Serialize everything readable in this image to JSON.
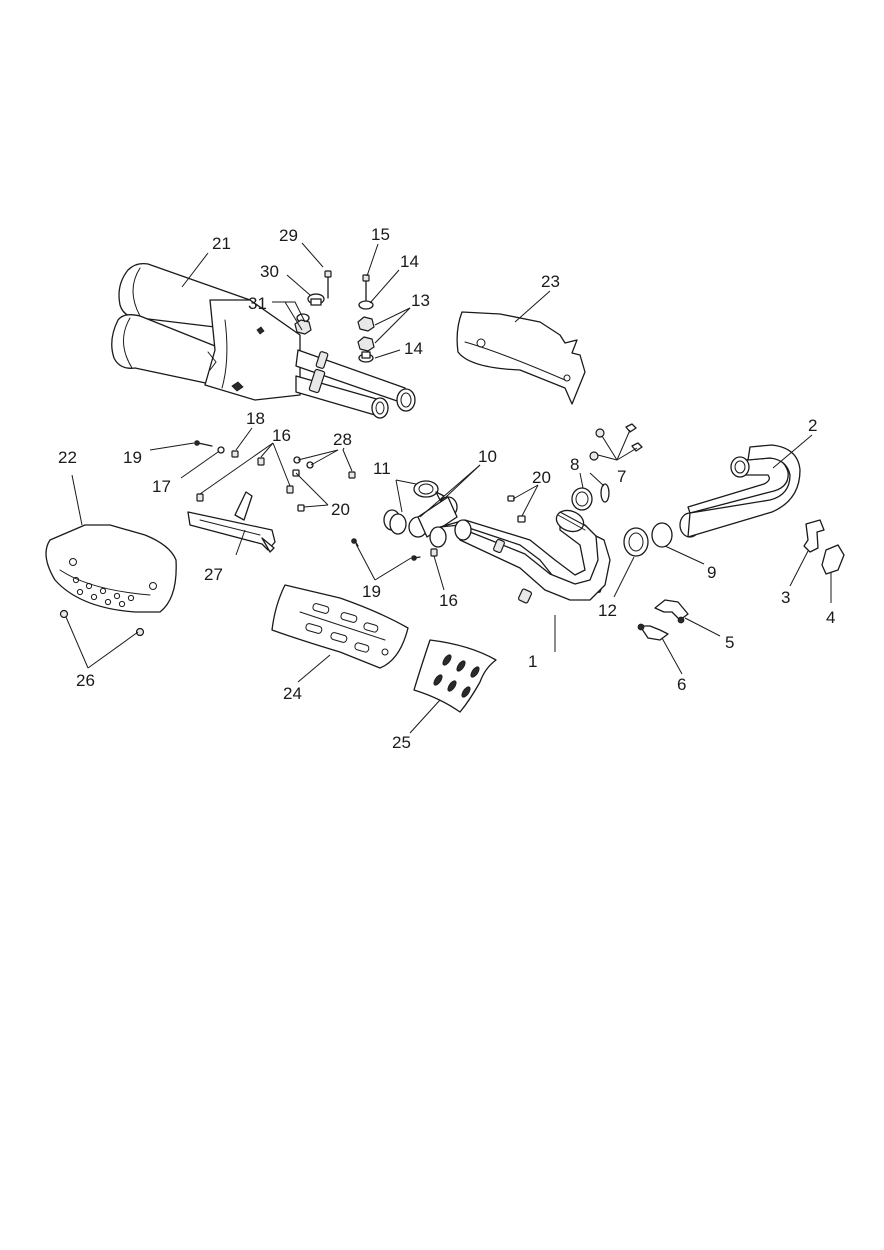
{
  "diagram": {
    "callouts": [
      {
        "id": "c1",
        "label": "1"
      },
      {
        "id": "c2",
        "label": "2"
      },
      {
        "id": "c3",
        "label": "3"
      },
      {
        "id": "c4",
        "label": "4"
      },
      {
        "id": "c5",
        "label": "5"
      },
      {
        "id": "c6",
        "label": "6"
      },
      {
        "id": "c7",
        "label": "7"
      },
      {
        "id": "c8",
        "label": "8"
      },
      {
        "id": "c9",
        "label": "9"
      },
      {
        "id": "c10",
        "label": "10"
      },
      {
        "id": "c11",
        "label": "11"
      },
      {
        "id": "c12",
        "label": "12"
      },
      {
        "id": "c13",
        "label": "13"
      },
      {
        "id": "c14a",
        "label": "14"
      },
      {
        "id": "c14b",
        "label": "14"
      },
      {
        "id": "c15",
        "label": "15"
      },
      {
        "id": "c16a",
        "label": "16"
      },
      {
        "id": "c16b",
        "label": "16"
      },
      {
        "id": "c17",
        "label": "17"
      },
      {
        "id": "c18",
        "label": "18"
      },
      {
        "id": "c19a",
        "label": "19"
      },
      {
        "id": "c19b",
        "label": "19"
      },
      {
        "id": "c20a",
        "label": "20"
      },
      {
        "id": "c20b",
        "label": "20"
      },
      {
        "id": "c21",
        "label": "21"
      },
      {
        "id": "c22",
        "label": "22"
      },
      {
        "id": "c23",
        "label": "23"
      },
      {
        "id": "c24",
        "label": "24"
      },
      {
        "id": "c25",
        "label": "25"
      },
      {
        "id": "c26",
        "label": "26"
      },
      {
        "id": "c27",
        "label": "27"
      },
      {
        "id": "c28",
        "label": "28"
      },
      {
        "id": "c29",
        "label": "29"
      },
      {
        "id": "c30",
        "label": "30"
      },
      {
        "id": "c31",
        "label": "31"
      }
    ]
  }
}
